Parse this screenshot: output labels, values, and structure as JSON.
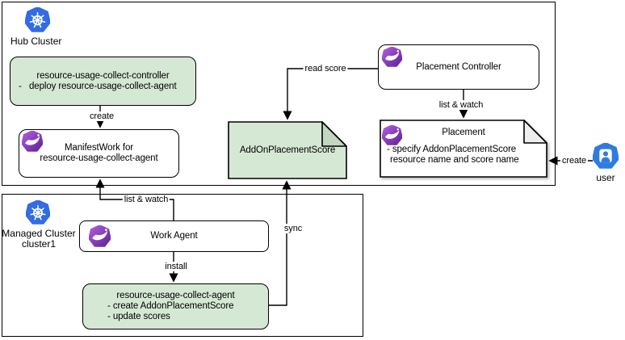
{
  "colors": {
    "green_fill": "#d5e8d4",
    "green_fold": "#c2d6c1",
    "white_fold": "#eeeeee",
    "k8s_blue": "#326ce5",
    "user_blue": "#2e7ce0",
    "ocm_light": "#b35fe0",
    "ocm_dark": "#5e2194",
    "line_color": "#000000"
  },
  "hub": {
    "label": "Hub Cluster"
  },
  "managed": {
    "label": "Managed Cluster",
    "name": "cluster1"
  },
  "user": {
    "label": "user"
  },
  "nodes": {
    "controller": {
      "title": "resource-usage-collect-controller",
      "bullet": "-   deploy resource-usage-collect-agent"
    },
    "manifestwork": {
      "line1": "ManifestWork for",
      "line2": "resource-usage-collect-agent"
    },
    "addonplacementscore": {
      "label": "AddOnPlacementScore"
    },
    "placement_controller": {
      "label": "Placement Controller"
    },
    "placement": {
      "title": "Placement",
      "line2": "- specify AddonPlacementScore",
      "line3": "resource name and score name"
    },
    "work_agent": {
      "label": "Work Agent"
    },
    "agent": {
      "title": "resource-usage-collect-agent",
      "bullet1": "- create AddonPlacementScore",
      "bullet2": "- update scores"
    }
  },
  "edges": {
    "create_manifestwork": "create",
    "list_watch_manifestwork": "list & watch",
    "install": "install",
    "sync": "sync",
    "read_score": "read score",
    "list_watch_placement": "list & watch",
    "create_placement": "create"
  }
}
